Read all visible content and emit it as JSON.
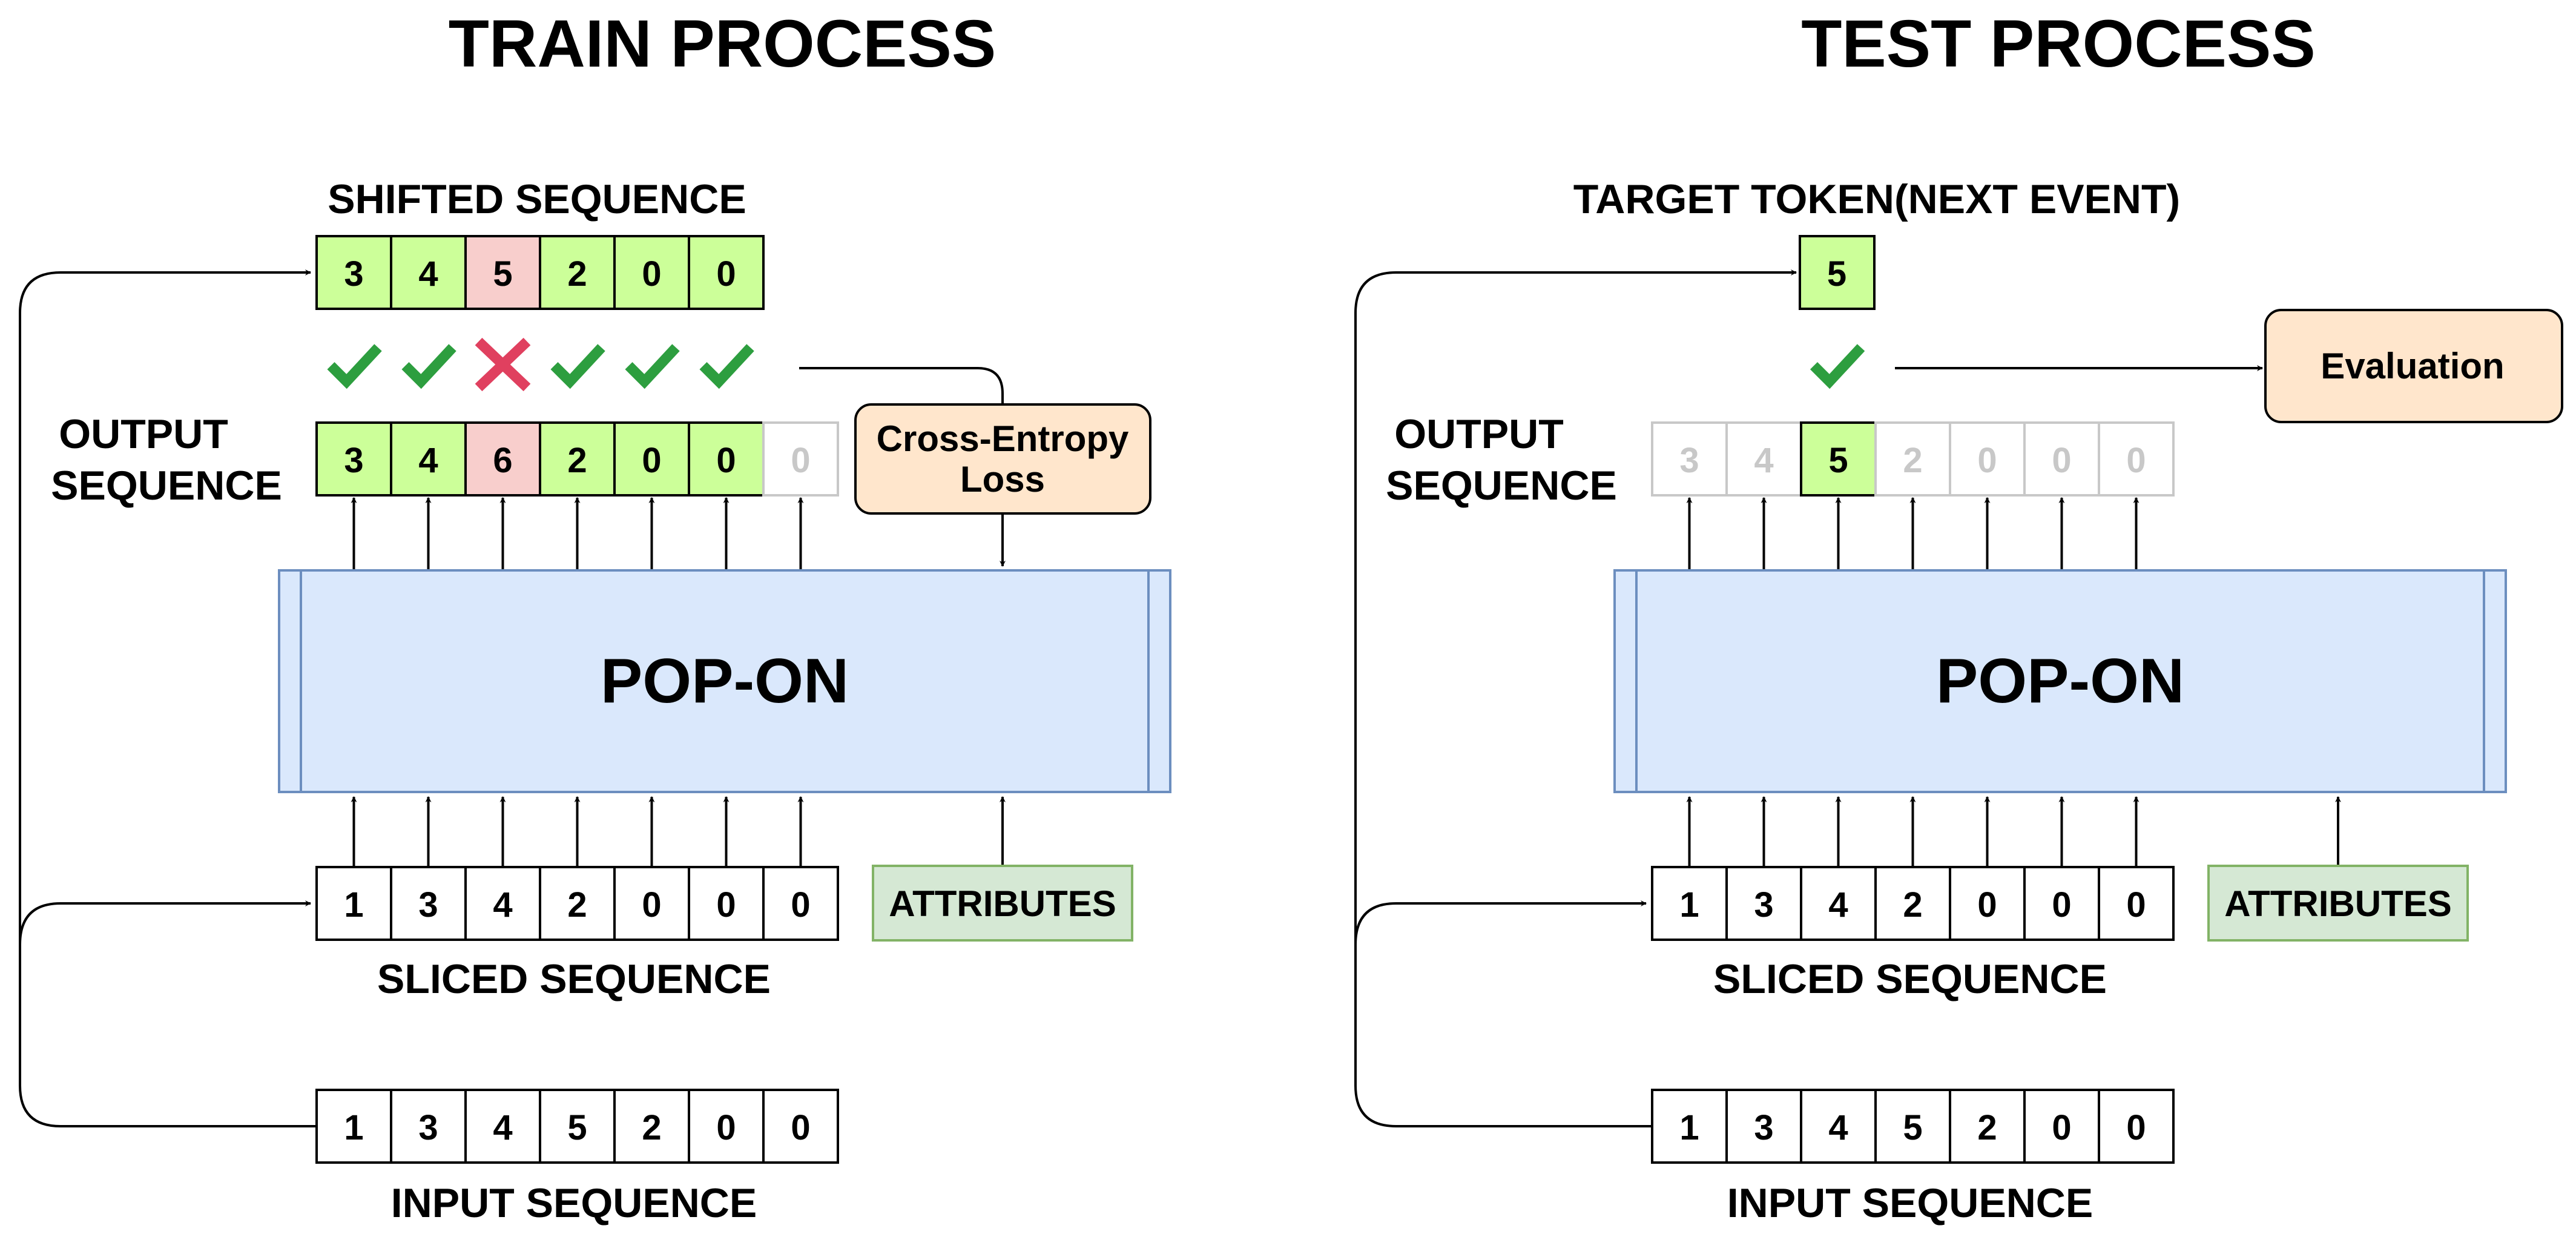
{
  "train": {
    "title": "TRAIN PROCESS",
    "shifted_label": "SHIFTED SEQUENCE",
    "shifted_values": [
      "3",
      "4",
      "5",
      "2",
      "0",
      "0"
    ],
    "checks": [
      "check",
      "check",
      "cross",
      "check",
      "check",
      "check"
    ],
    "output_label_line1": "OUTPUT",
    "output_label_line2": "SEQUENCE",
    "output_values": [
      "3",
      "4",
      "6",
      "2",
      "0",
      "0",
      "0"
    ],
    "output_states": [
      "ok",
      "ok",
      "wrong",
      "ok",
      "ok",
      "ok",
      "faded"
    ],
    "loss_line1": "Cross-Entropy",
    "loss_line2": "Loss",
    "model_label": "POP-ON",
    "sliced_values": [
      "1",
      "3",
      "4",
      "2",
      "0",
      "0",
      "0"
    ],
    "sliced_label": "SLICED SEQUENCE",
    "attributes_label": "ATTRIBUTES",
    "input_values": [
      "1",
      "3",
      "4",
      "5",
      "2",
      "0",
      "0"
    ],
    "input_label": "INPUT SEQUENCE"
  },
  "test": {
    "title": "TEST PROCESS",
    "target_label": "TARGET TOKEN(NEXT EVENT)",
    "target_value": "5",
    "check": "check",
    "evaluation_label": "Evaluation",
    "output_label_line1": "OUTPUT",
    "output_label_line2": "SEQUENCE",
    "output_values": [
      "3",
      "4",
      "5",
      "2",
      "0",
      "0",
      "0"
    ],
    "output_states": [
      "faded",
      "faded",
      "ok",
      "faded",
      "faded",
      "faded",
      "faded"
    ],
    "model_label": "POP-ON",
    "sliced_values": [
      "1",
      "3",
      "4",
      "2",
      "0",
      "0",
      "0"
    ],
    "sliced_label": "SLICED SEQUENCE",
    "attributes_label": "ATTRIBUTES",
    "input_values": [
      "1",
      "3",
      "4",
      "5",
      "2",
      "0",
      "0"
    ],
    "input_label": "INPUT SEQUENCE"
  },
  "colors": {
    "cell_green": "#ccff99",
    "cell_red": "#f8cecc",
    "model_fill": "#dae8fc",
    "model_stroke": "#6c8ebf",
    "box_orange": "#ffe6cc",
    "attr_fill": "#d5e8d4",
    "attr_stroke": "#82b366",
    "check_green": "#2d9e3f",
    "cross_red": "#e0405f",
    "faded": "#c8c8c8"
  }
}
